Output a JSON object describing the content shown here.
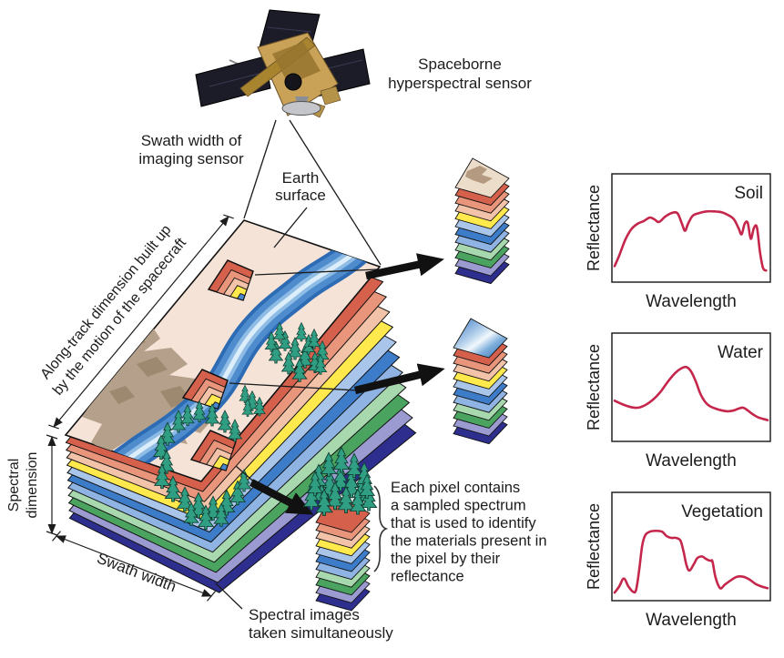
{
  "figure": {
    "satellite_label": [
      "Spaceborne",
      "hyperspectral sensor"
    ],
    "swath_sensor_label": [
      "Swath width of",
      "imaging sensor"
    ],
    "earth_surface_label": [
      "Earth",
      "surface"
    ],
    "along_track_label": [
      "Along-track dimension built up",
      "by the motion of the spacecraft"
    ],
    "spectral_dimension_label": [
      "Spectral",
      "dimension"
    ],
    "swath_width_label": "Swath width",
    "spectral_images_label": [
      "Spectral images",
      "taken simultaneously"
    ],
    "pixel_annotation": [
      "Each pixel contains",
      "a sampled spectrum",
      "that is used to identify",
      "the materials present in",
      "the pixel by their",
      "reflectance"
    ]
  },
  "colors": {
    "surface": "#f6e3d7",
    "river_dark": "#2d6cb4",
    "river_mid": "#4e8cce",
    "river_light": "#8fbce4",
    "river_core": "#ddeefb",
    "mountain": "#b5a18b",
    "mountain_dark": "#9d8870",
    "tree_fill": "#2f9e82",
    "tree_outline": "#123f33",
    "arrow_black": "#111111",
    "soil_sheet": "#ecdcca",
    "soil_blob": "#b49a80",
    "layer_colors": [
      "#d5604c",
      "#e8957b",
      "#f3c3a9",
      "#ffe94d",
      "#a9c6ea",
      "#3d7cc9",
      "#8fb4e4",
      "#a8d8ae",
      "#4aa45f",
      "#9b9bd1",
      "#2e2e8f"
    ],
    "pixel_inset_colors": [
      "#d5604c",
      "#e8957b",
      "#f3c3a9",
      "#ffe94d",
      "#4a86cc"
    ]
  },
  "chart_data": [
    {
      "type": "line",
      "title": "Soil",
      "label_color": "#a8604f",
      "curve_color": "#c4274b",
      "xlabel": "Wavelength",
      "ylabel": "Reflectance",
      "xlim": [
        0,
        100
      ],
      "ylim": [
        0,
        100
      ],
      "grid": false,
      "legend_position": "top-right",
      "x": [
        0,
        3,
        7,
        11,
        15,
        19,
        23,
        26,
        29,
        33,
        37,
        41,
        44,
        46,
        48,
        51,
        55,
        60,
        65,
        70,
        74,
        78,
        81,
        83,
        85,
        87,
        89,
        91,
        93,
        95,
        97,
        99
      ],
      "y": [
        14,
        26,
        44,
        56,
        62,
        65,
        69,
        67,
        64,
        70,
        74,
        74,
        62,
        54,
        62,
        71,
        74,
        76,
        76,
        75,
        72,
        67,
        57,
        50,
        62,
        63,
        45,
        57,
        58,
        30,
        12,
        9
      ]
    },
    {
      "type": "line",
      "title": "Water",
      "label_color": "#3b76c9",
      "curve_color": "#c4274b",
      "xlabel": "Wavelength",
      "ylabel": "Reflectance",
      "xlim": [
        0,
        100
      ],
      "ylim": [
        0,
        100
      ],
      "grid": false,
      "legend_position": "top-right",
      "x": [
        0,
        5,
        10,
        15,
        20,
        25,
        30,
        35,
        40,
        44,
        47,
        50,
        53,
        56,
        59,
        62,
        66,
        70,
        74,
        78,
        81,
        84,
        87,
        90,
        94,
        100
      ],
      "y": [
        42,
        38,
        35,
        34,
        37,
        43,
        52,
        64,
        74,
        79,
        80,
        75,
        64,
        50,
        41,
        36,
        33,
        31,
        30,
        31,
        33,
        34,
        31,
        27,
        23,
        20
      ]
    },
    {
      "type": "line",
      "title": "Vegetation",
      "label_color": "#3aa794",
      "curve_color": "#c4274b",
      "xlabel": "Wavelength",
      "ylabel": "Reflectance",
      "xlim": [
        0,
        100
      ],
      "ylim": [
        0,
        100
      ],
      "grid": false,
      "legend_position": "top-right",
      "x": [
        0,
        3,
        6,
        9,
        12,
        14,
        16,
        18,
        20,
        23,
        27,
        31,
        34,
        37,
        40,
        43,
        45,
        47,
        49,
        52,
        54,
        57,
        59,
        61,
        63,
        64,
        66,
        69,
        72,
        76,
        80,
        84,
        88,
        92,
        96,
        100
      ],
      "y": [
        5,
        12,
        21,
        12,
        6,
        8,
        30,
        58,
        70,
        74,
        75,
        74,
        69,
        67,
        67,
        64,
        52,
        36,
        30,
        38,
        44,
        46,
        44,
        42,
        41,
        40,
        22,
        10,
        14,
        19,
        23,
        23,
        20,
        15,
        12,
        10
      ]
    }
  ]
}
